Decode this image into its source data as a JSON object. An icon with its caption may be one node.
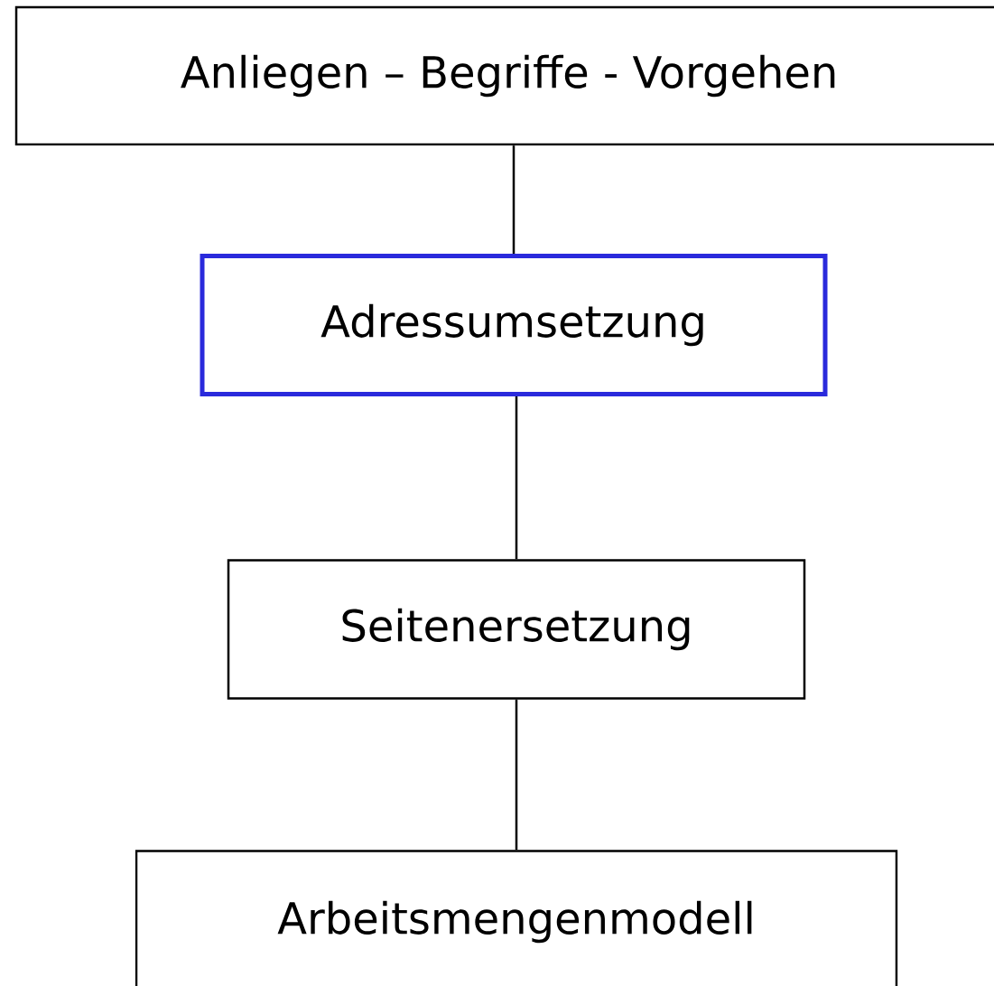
{
  "diagram": {
    "nodes": [
      {
        "text": [
          "Anliegen – Begriffe - Vorgehen"
        ]
      },
      {
        "text": [
          "Adressumsetzung"
        ]
      },
      {
        "text": [
          "Seitenersetzung"
        ]
      },
      {
        "text": [
          "Arbeitsmengenmodell"
        ]
      }
    ],
    "edges": [
      {
        "from": 0,
        "to": 1,
        "arrow": "none"
      },
      {
        "from": 1,
        "to": 2,
        "arrow": "none"
      },
      {
        "from": 2,
        "to": 3,
        "arrow": "none"
      }
    ]
  }
}
